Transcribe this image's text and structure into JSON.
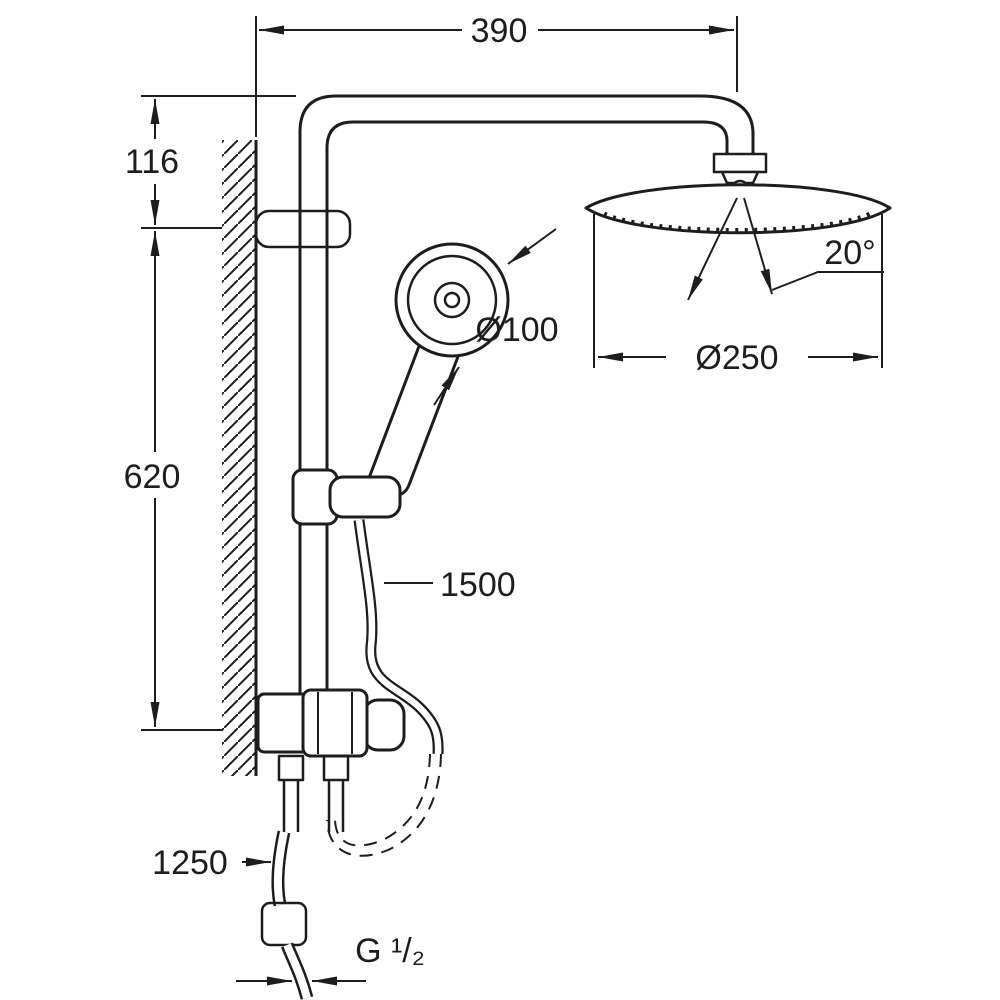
{
  "labels": {
    "width_top": "390",
    "height_upper": "116",
    "height_rail": "620",
    "head_shower_diameter": "Ø250",
    "hand_shower_diameter": "Ø100",
    "swivel_angle": "20°",
    "hose_length": "1500",
    "supply_length": "1250",
    "thread_size": "G ¹/₂"
  },
  "colors": {
    "line": "#1d1d1b",
    "background": "#ffffff"
  }
}
